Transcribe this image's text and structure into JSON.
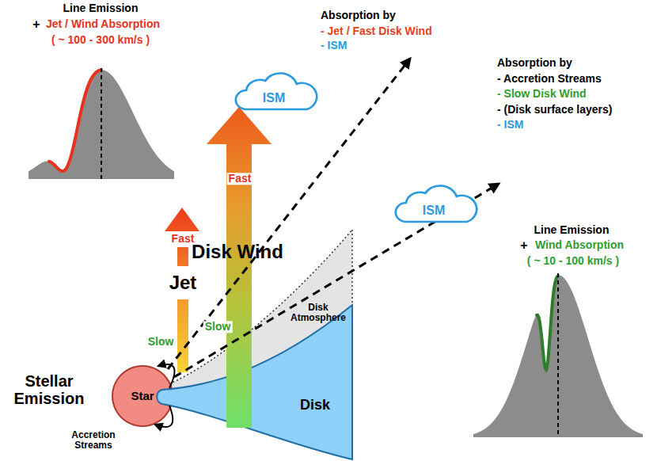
{
  "diagram": {
    "nodes": [
      {
        "text": [
          "ISM"
        ]
      },
      {
        "text": [
          "ISM"
        ]
      },
      {
        "text": [
          "Fast",
          "Jet",
          "Slow"
        ]
      },
      {
        "text": [
          "Fast",
          "Disk Wind",
          "Slow"
        ]
      },
      {
        "text": [
          "Disk Atmosphere"
        ]
      },
      {
        "text": [
          "Disk"
        ]
      },
      {
        "text": [
          "Star",
          "Stellar Emission"
        ]
      },
      {
        "text": [
          "Line Emission",
          "+",
          "Jet / Wind Absorption",
          "( ~ 100 - 300 km/s )"
        ]
      },
      {
        "text": [
          "Line Emission",
          "+",
          "Wind Absorption",
          "( ~ 10 - 100 km/s )"
        ]
      }
    ],
    "labels": [
      "Absorption by",
      "- Jet / Fast Disk Wind",
      "- ISM",
      "Absorption by",
      "- Accretion Streams",
      "- Slow Disk Wind",
      "- (Disk surface layers)",
      "- ISM",
      "Accretion Streams"
    ]
  }
}
